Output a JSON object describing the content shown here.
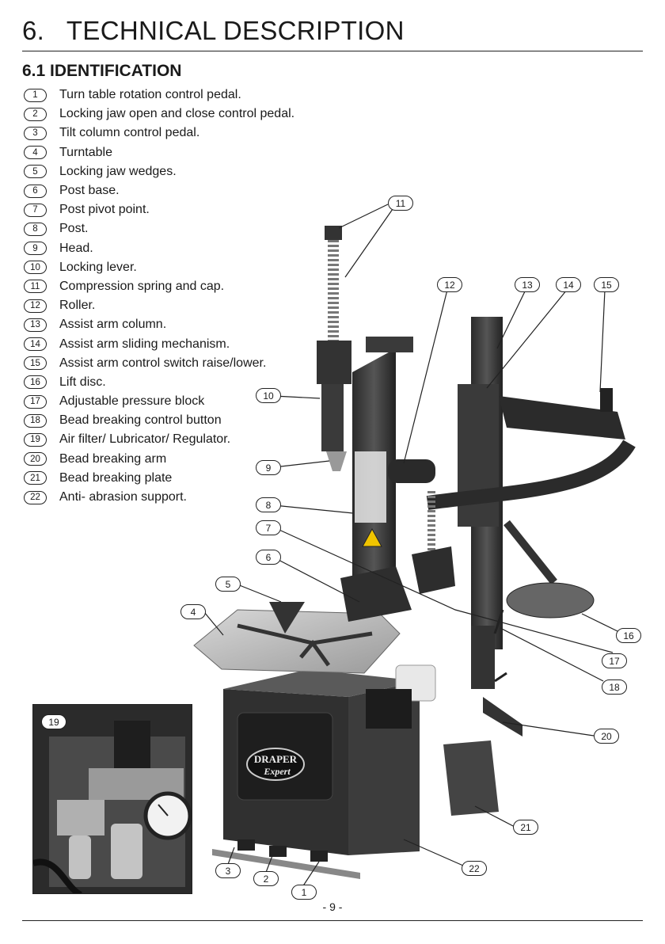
{
  "header": {
    "title": "6.   TECHNICAL DESCRIPTION",
    "subtitle": "6.1 IDENTIFICATION"
  },
  "items": [
    {
      "n": "1",
      "label": "Turn table rotation control pedal."
    },
    {
      "n": "2",
      "label": "Locking jaw open and close control pedal."
    },
    {
      "n": "3",
      "label": "Tilt column control pedal."
    },
    {
      "n": "4",
      "label": "Turntable"
    },
    {
      "n": "5",
      "label": "Locking jaw wedges."
    },
    {
      "n": "6",
      "label": "Post base."
    },
    {
      "n": "7",
      "label": "Post pivot point."
    },
    {
      "n": "8",
      "label": "Post."
    },
    {
      "n": "9",
      "label": "Head."
    },
    {
      "n": "10",
      "label": "Locking lever."
    },
    {
      "n": "11",
      "label": "Compression spring and cap."
    },
    {
      "n": "12",
      "label": "Roller."
    },
    {
      "n": "13",
      "label": "Assist arm column."
    },
    {
      "n": "14",
      "label": "Assist arm sliding mechanism."
    },
    {
      "n": "15",
      "label": "Assist arm control switch raise/lower."
    },
    {
      "n": "16",
      "label": "Lift disc."
    },
    {
      "n": "17",
      "label": "Adjustable pressure block"
    },
    {
      "n": "18",
      "label": "Bead breaking control button"
    },
    {
      "n": "19",
      "label": "Air filter/ Lubricator/ Regulator."
    },
    {
      "n": "20",
      "label": "Bead breaking arm"
    },
    {
      "n": "21",
      "label": "Bead breaking plate"
    },
    {
      "n": "22",
      "label": "Anti- abrasion support."
    }
  ],
  "brand": {
    "line1": "DRAPER",
    "line2": "Expert"
  },
  "footer": {
    "page_number": "- 9 -"
  }
}
